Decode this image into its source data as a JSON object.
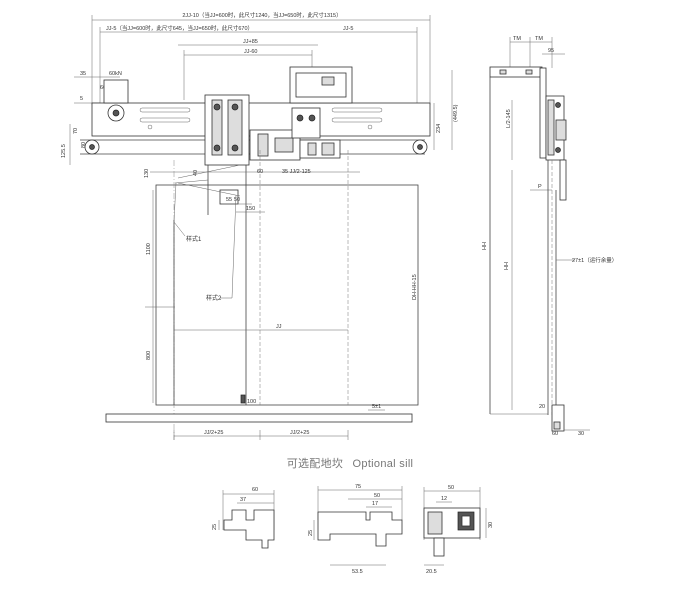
{
  "top_dims": {
    "line1": "2JJ-10（当JJ=600时，此尺寸1240，当JJ=650时，此尺寸1315）",
    "line2": "JJ-5（当JJ=600时，此尺寸645，当JJ=650时，此尺寸670）",
    "line2_right": "JJ-5",
    "jj85": "JJ+85",
    "jj60": "JJ-60",
    "d35": "35",
    "d60kN": "60kN",
    "d60": "60",
    "d5": "5",
    "d70": "70",
    "d80": "80",
    "d125_5": "125.5",
    "d234": "234",
    "d449_5": "(449.5)",
    "d130": "130",
    "d40": "40",
    "d60b": "60",
    "d35jj": "35  JJ/2-125",
    "d55": "55",
    "d50": "50",
    "d150": "150",
    "d1100": "1100",
    "d800": "800",
    "d100": "100",
    "jj": "JJ",
    "dh": "DH-HH-15",
    "jj2a": "JJ/2+25",
    "jj2b": "JJ/2+25",
    "d5_1": "5±1"
  },
  "labels": {
    "style1": "样式1",
    "style2": "样式2"
  },
  "side_dims": {
    "tm1": "TM",
    "tm2": "TM",
    "d95": "95",
    "l2": "L/2-145",
    "p": "P",
    "hh": "HH",
    "hh2": "HH",
    "gap": "27±1（运行余量）",
    "d20": "20",
    "d60": "60",
    "d30": "30"
  },
  "sill": {
    "title_cn": "可选配地坎",
    "title_en": "Optional sill",
    "s1": {
      "w": "60",
      "w2": "37",
      "h": "25"
    },
    "s2": {
      "w": "75",
      "w2": "50",
      "w3": "17",
      "h": "25",
      "b": "53.5"
    },
    "s3": {
      "w": "50",
      "w2": "12",
      "h": "30",
      "b": "20.5"
    }
  }
}
